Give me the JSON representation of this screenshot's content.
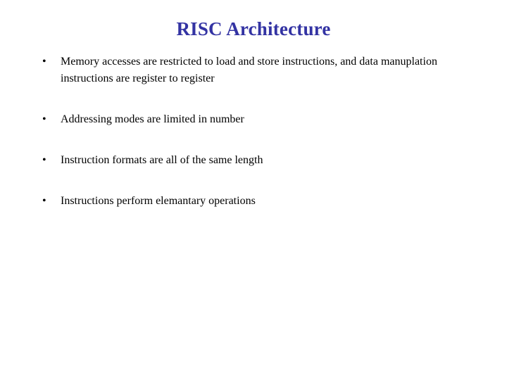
{
  "slide": {
    "title": "RISC Architecture",
    "title_color": "#3333A3",
    "background_color": "#FFFFFF",
    "body_text_color": "#000000",
    "bullet_glyph": "•",
    "bullets": [
      {
        "marker": "•",
        "text": "Memory accesses are restricted to load and store instructions, and data manuplation instructions are register to register"
      },
      {
        "marker": "•",
        "text": "Addressing modes are limited in number"
      },
      {
        "marker": "•",
        "text": "Instruction formats are all of the same length"
      },
      {
        "marker": "•",
        "text": "Instructions perform elemantary operations"
      }
    ]
  }
}
